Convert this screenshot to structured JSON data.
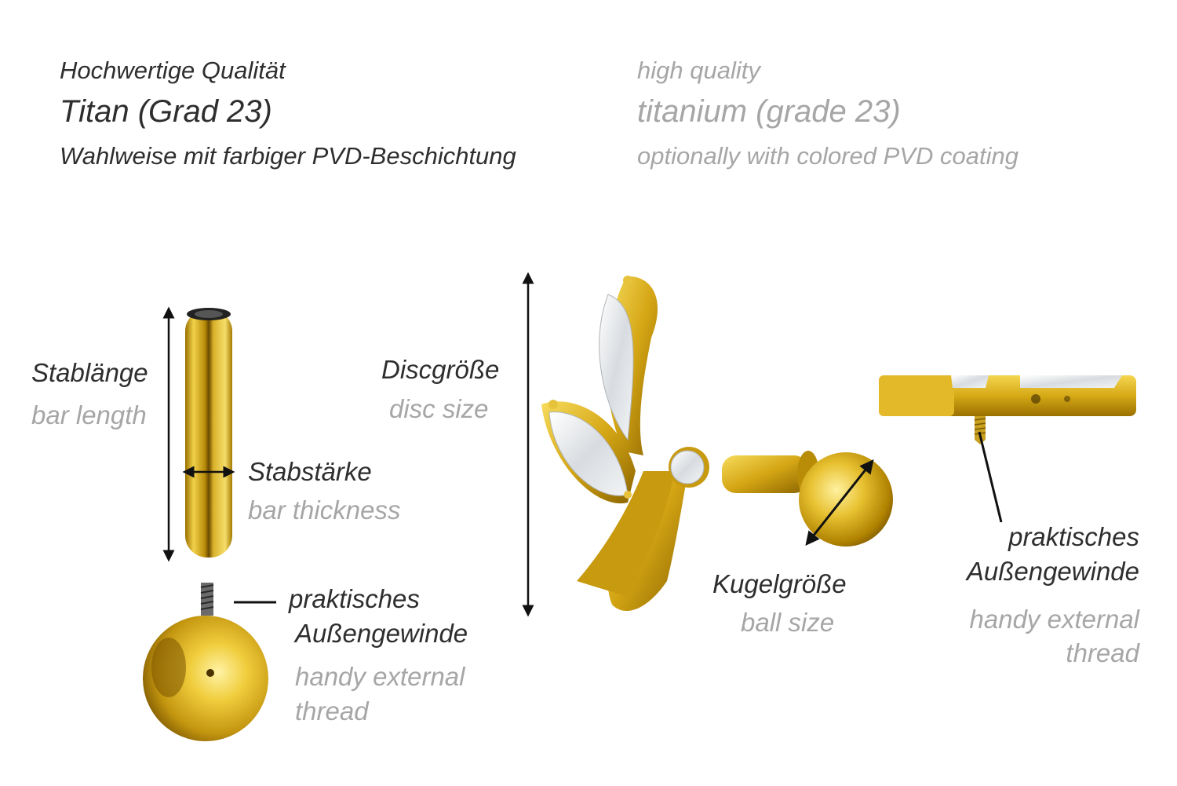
{
  "header": {
    "de": {
      "line1": "Hochwertige Qualität",
      "line2": "Titan (Grad 23)",
      "line3": "Wahlweise mit farbiger PVD-Beschichtung"
    },
    "en": {
      "line1": "high quality",
      "line2": "titanium (grade 23)",
      "line3": "optionally with colored PVD coating"
    }
  },
  "labels": {
    "bar_length": {
      "de": "Stablänge",
      "en": "bar length"
    },
    "bar_thickness": {
      "de": "Stabstärke",
      "en": "bar thickness"
    },
    "thread_left": {
      "de1": "praktisches",
      "de2": "Außengewinde",
      "en1": "handy external",
      "en2": "thread"
    },
    "disc_size": {
      "de": "Discgröße",
      "en": "disc size"
    },
    "ball_size": {
      "de": "Kugelgröße",
      "en": "ball size"
    },
    "thread_right": {
      "de1": "praktisches",
      "de2": "Außengewinde",
      "en1": "handy external",
      "en2": "thread"
    }
  },
  "colors": {
    "gold": "#d4a514",
    "gold_light": "#f3d44e",
    "gold_dark": "#8a6400",
    "text_dark": "#2e2e2e",
    "text_light": "#a6a6a6",
    "gem": "#e6e9ec"
  }
}
